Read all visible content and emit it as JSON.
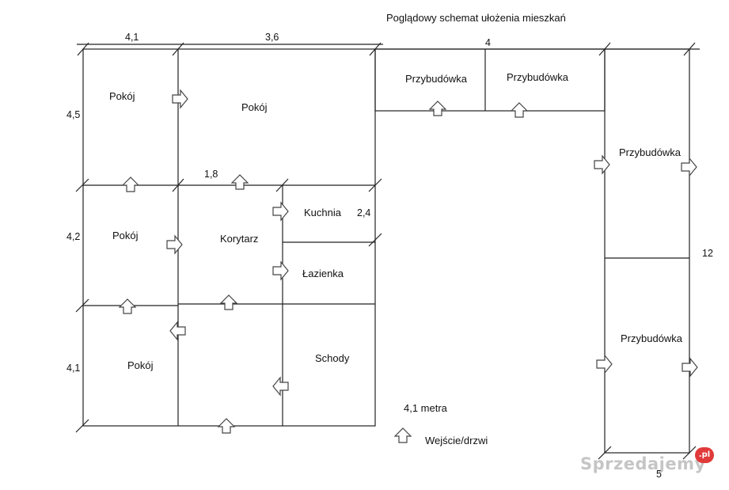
{
  "title": "Poglądowy schemat ułożenia mieszkań",
  "rooms": {
    "pokoj_1": "Pokój",
    "pokoj_2": "Pokój",
    "pokoj_3": "Pokój",
    "pokoj_4": "Pokój",
    "korytarz": "Korytarz",
    "kuchnia": "Kuchnia",
    "lazienka": "Łazienka",
    "schody": "Schody",
    "przybudowka_1": "Przybudówka",
    "przybudowka_2": "Przybudówka",
    "przybudowka_3": "Przybudówka",
    "przybudowka_4": "Przybudówka"
  },
  "dimensions": {
    "top_left": "4,1",
    "top_mid": "3,6",
    "top_right": "4",
    "left_top": "4,5",
    "left_mid": "4,2",
    "left_bottom": "4,1",
    "inner": "1,8",
    "kitchen": "2,4",
    "right": "12",
    "bottom_right": "5"
  },
  "legend": {
    "scale": "4,1 metra",
    "door": "Wejście/drzwi"
  },
  "watermark": {
    "text": "Sprzedajemy",
    "badge": ".pl"
  }
}
